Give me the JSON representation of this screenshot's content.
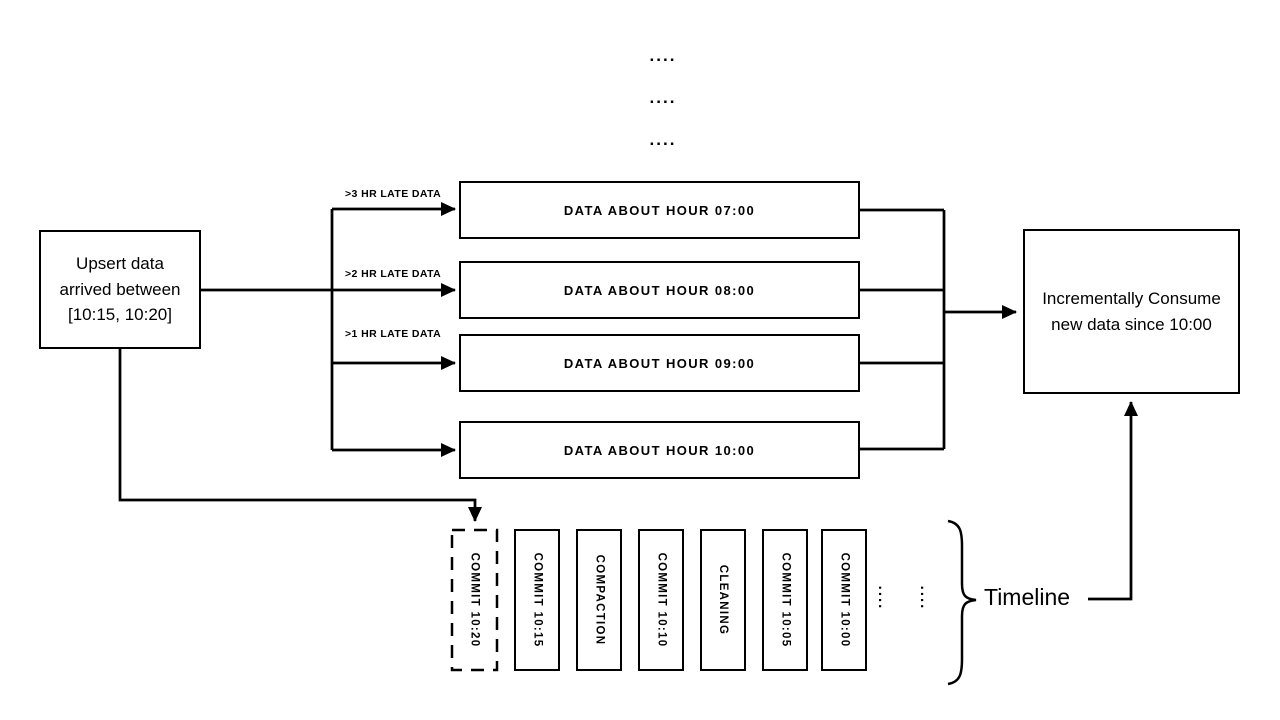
{
  "colors": {
    "ink": "#000000",
    "background": "#ffffff"
  },
  "top_ellipsis": {
    "rows": [
      "....",
      "....",
      "...."
    ]
  },
  "upsert_box": {
    "line1": "Upsert data",
    "line2": "arrived between",
    "line3": "[10:15, 10:20]"
  },
  "late_arrows": {
    "gt3": ">3 HR LATE DATA",
    "gt2": ">2 HR LATE DATA",
    "gt1": ">1 HR LATE DATA"
  },
  "hour_boxes": [
    "DATA ABOUT HOUR 07:00",
    "DATA ABOUT HOUR 08:00",
    "DATA ABOUT HOUR 09:00",
    "DATA ABOUT HOUR 10:00"
  ],
  "consume_box": {
    "line1": "Incrementally Consume",
    "line2": "new data since 10:00"
  },
  "timeline": {
    "label": "Timeline",
    "ellipsis": "....",
    "entries": [
      {
        "text": "COMMIT 10:20",
        "style": "dashed"
      },
      {
        "text": "COMMIT 10:15",
        "style": "solid"
      },
      {
        "text": "COMPACTION",
        "style": "solid"
      },
      {
        "text": "COMMIT 10:10",
        "style": "solid"
      },
      {
        "text": "CLEANING",
        "style": "solid"
      },
      {
        "text": "COMMIT 10:05",
        "style": "solid"
      },
      {
        "text": "COMMIT 10:00",
        "style": "solid"
      }
    ]
  }
}
